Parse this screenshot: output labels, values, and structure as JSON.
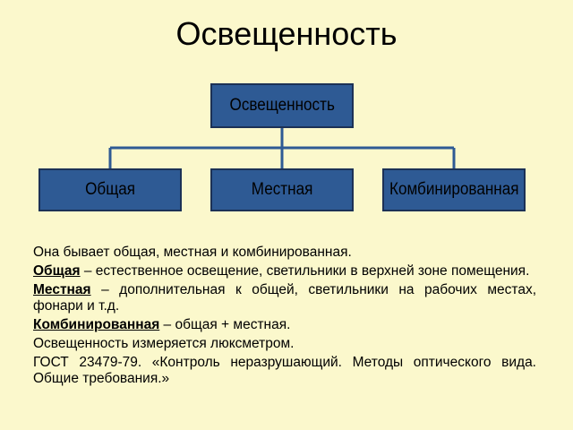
{
  "slide": {
    "title": "Освещенность"
  },
  "diagram": {
    "root": "Освещенность",
    "children": [
      "Общая",
      "Местная",
      "Комбинированная"
    ],
    "colors": {
      "box_fill": "#2e5a94",
      "box_border": "#1c3156",
      "connector": "#2e5a94",
      "background": "#fbf8cc"
    }
  },
  "text": {
    "intro": "Она бывает общая, местная и комбинированная.",
    "general_term": "Общая",
    "general_desc": " – естественное освещение, светильники в верхней зоне помещения.",
    "local_term": "Местная",
    "local_desc": " – дополнительная к общей, светильники на рабочих местах, фонари и т.д.",
    "combined_term": "Комбинированная",
    "combined_desc": " – общая + местная.",
    "measure": "Освещенность измеряется люксметром.",
    "gost": "ГОСТ 23479-79. «Контроль неразрушающий. Методы оптического вида. Общие требования.»"
  }
}
